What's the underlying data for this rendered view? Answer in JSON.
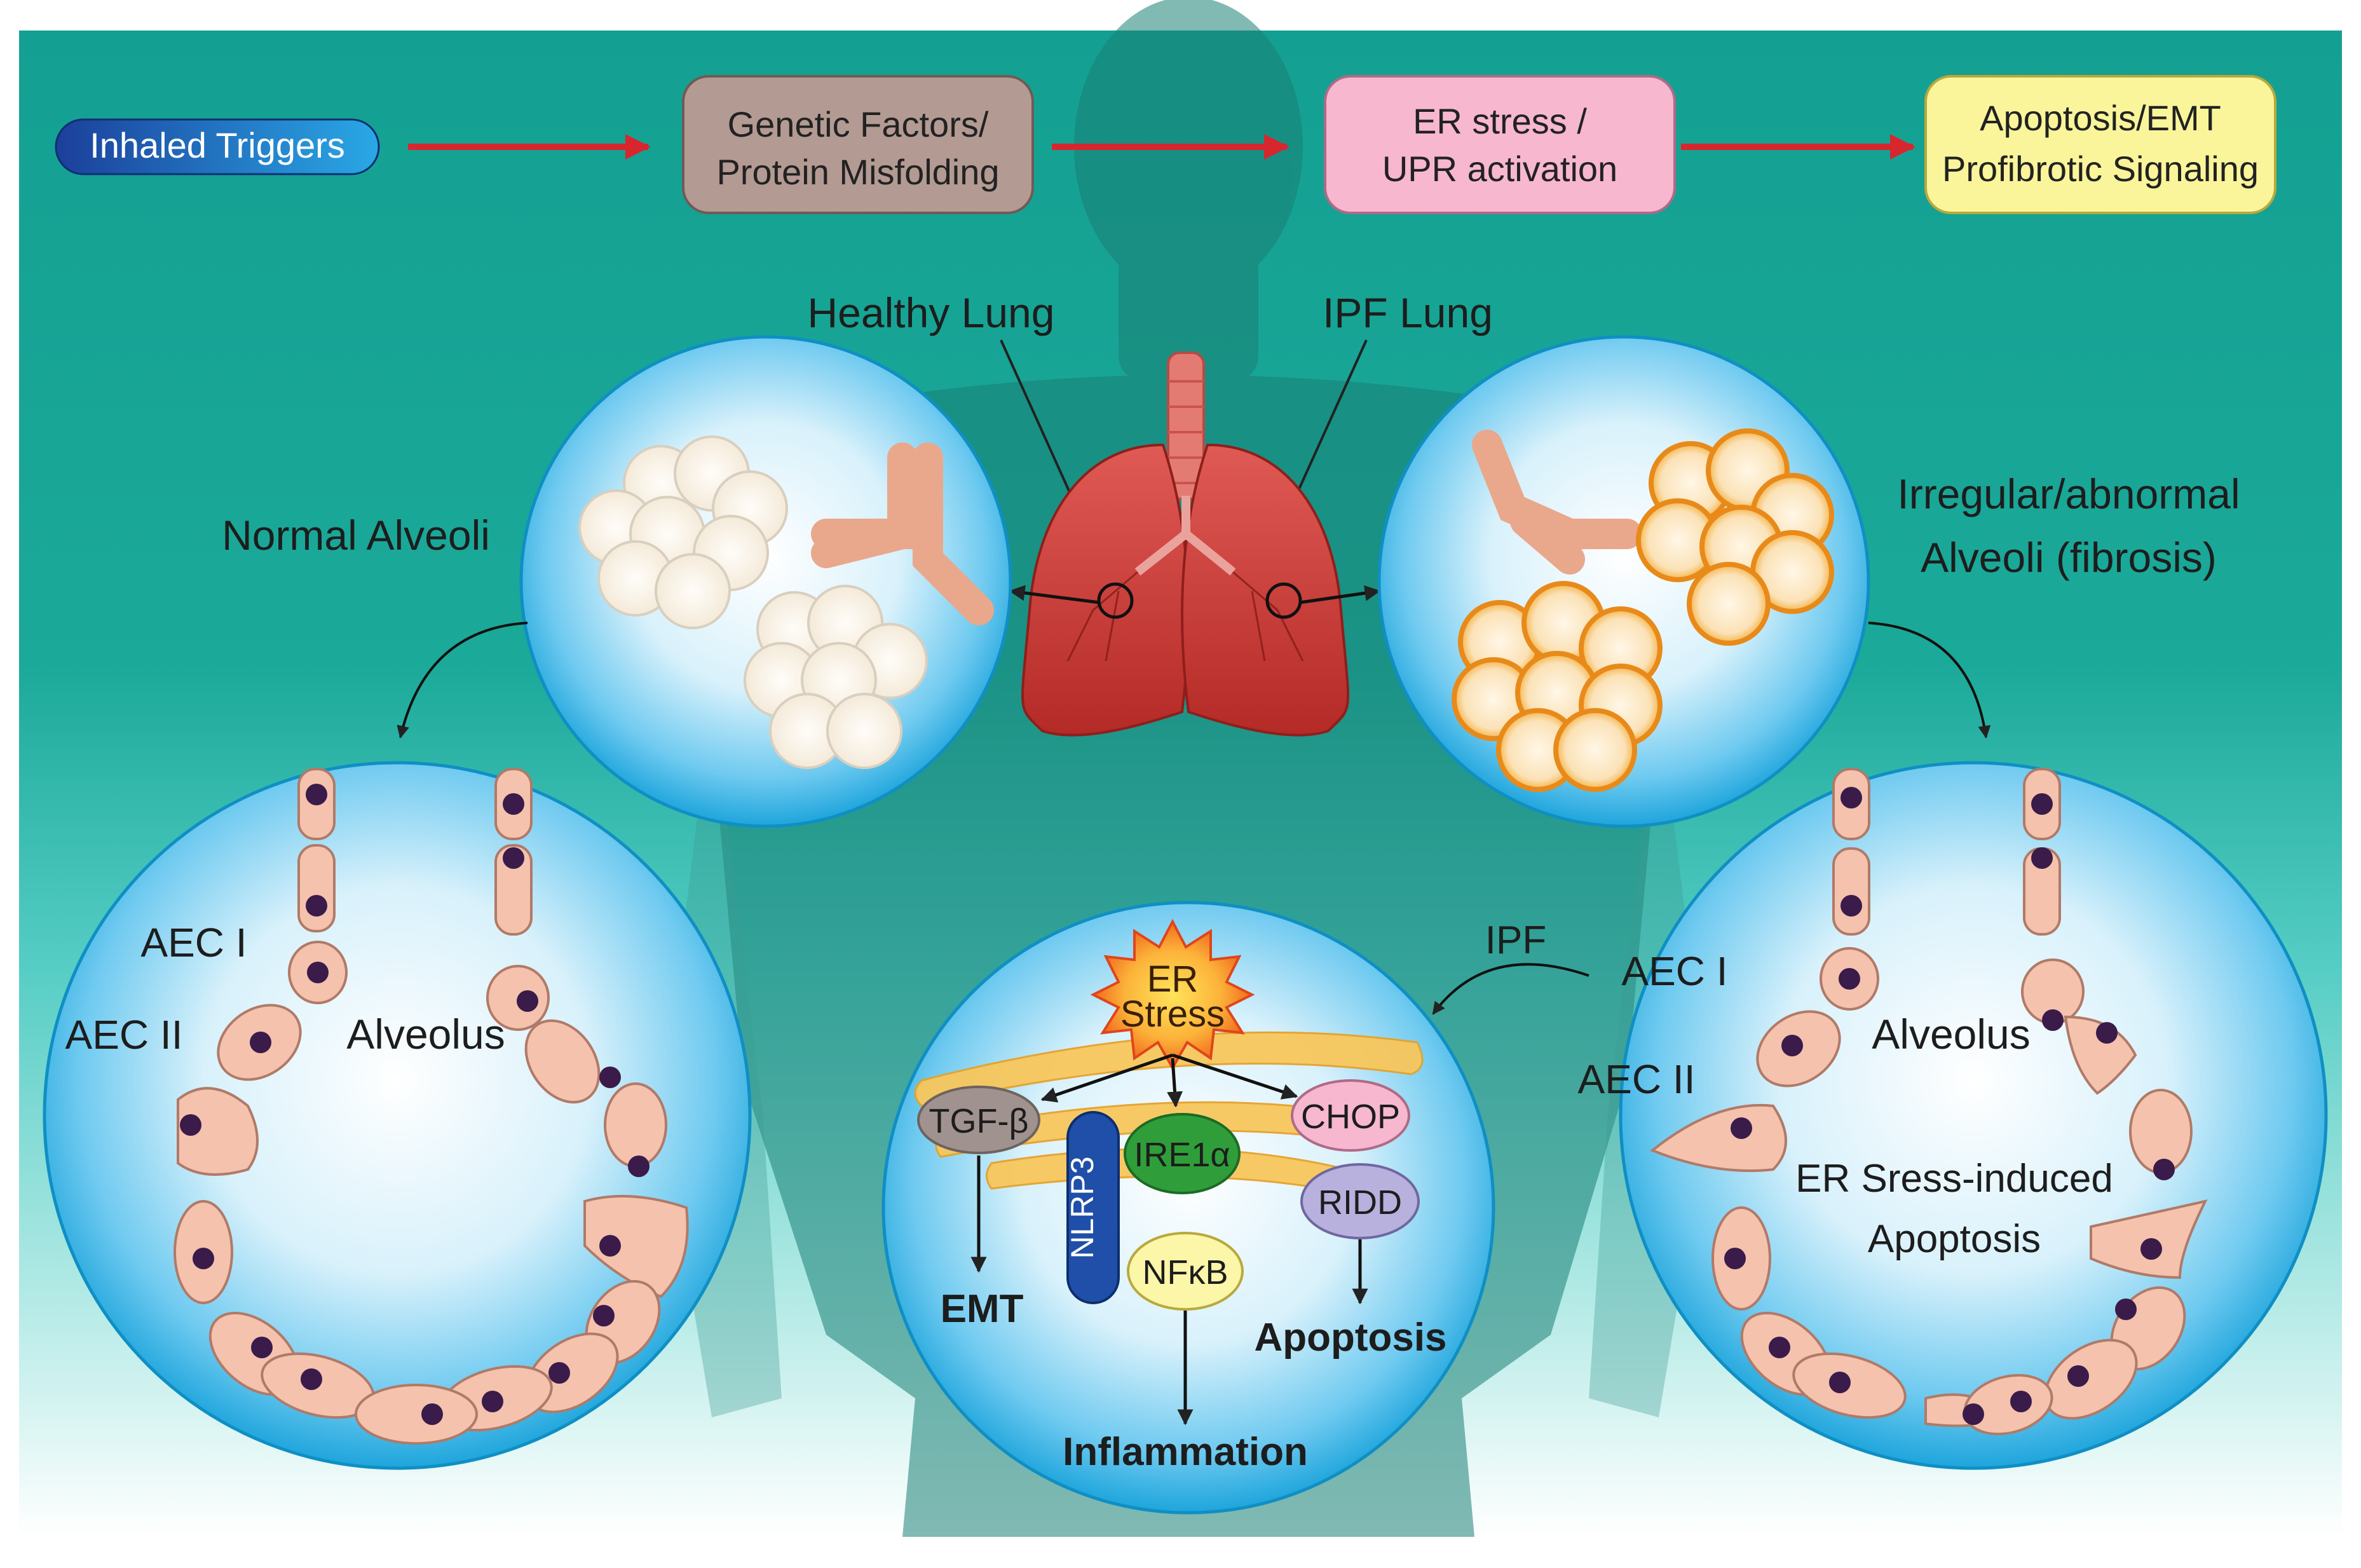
{
  "flow": {
    "inhaled": "Inhaled Triggers",
    "genetic_line1": "Genetic Factors/",
    "genetic_line2": "Protein Misfolding",
    "er_line1": "ER  stress /",
    "er_line2": "UPR activation",
    "apop_line1": "Apoptosis/EMT",
    "apop_line2": "Profibrotic Signaling"
  },
  "labels": {
    "healthy_lung": "Healthy Lung",
    "ipf_lung": "IPF Lung",
    "normal_alveoli": "Normal Alveoli",
    "irregular_line1": "Irregular/abnormal",
    "irregular_line2": "Alveoli (fibrosis)",
    "aec1_left": "AEC I",
    "aec2_left": "AEC II",
    "alveolus_left": "Alveolus",
    "aec1_right": "AEC I",
    "aec2_right": "AEC II",
    "alveolus_right": "Alveolus",
    "er_induced_line1": "ER Sress-induced",
    "er_induced_line2": "Apoptosis",
    "ipf_arrow": "IPF"
  },
  "center": {
    "er_line1": "ER",
    "er_line2": "Stress",
    "tgf": "TGF-β",
    "nlrp3": "NLRP3",
    "ire1": "IRE1α",
    "chop": "CHOP",
    "ridd": "RIDD",
    "nfkb": "NFκB",
    "emt": "EMT",
    "apoptosis": "Apoptosis",
    "inflammation": "Inflammation"
  },
  "colors": {
    "teal_bg": "#1aa596",
    "arrow_red": "#d8262e",
    "cell_fill": "#f4c2ad",
    "nucleus": "#3a1b4a",
    "bubble_blue": "#2eb7e3",
    "inhaled_box": "#1a4fa6",
    "genetic_box": "#b39a93",
    "er_box": "#f7b7cf",
    "apop_box": "#faf59a"
  }
}
